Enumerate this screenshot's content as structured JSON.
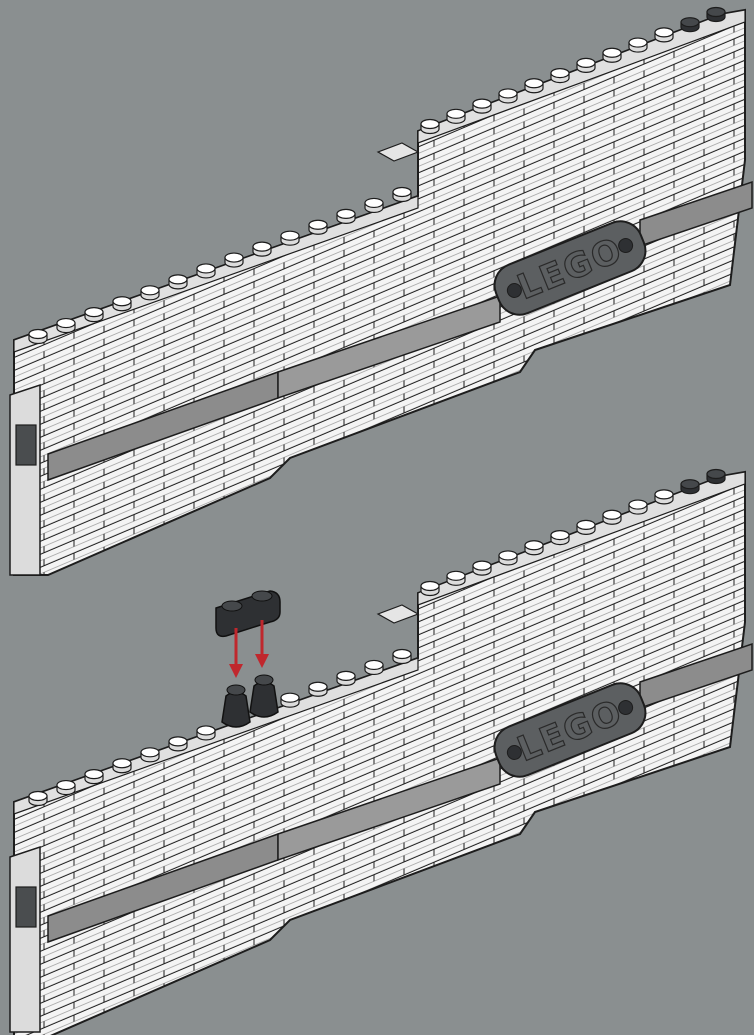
{
  "instruction": {
    "logo_text": "LEGO",
    "colors": {
      "background": "#8a8f90",
      "brick": "#f4f4f4",
      "brick_shadow": "#c9c9c9",
      "outline": "#1d1d1d",
      "tile_gray": "#8c8c8c",
      "nameplate": "#5c5f61",
      "new_part": "#2e3033",
      "arrow": "#c0272d"
    },
    "steps": [
      {
        "name": "before-step"
      },
      {
        "name": "after-step",
        "new_parts": [
          "plate-1x2-dark",
          "cone-left",
          "cone-right"
        ]
      }
    ]
  }
}
